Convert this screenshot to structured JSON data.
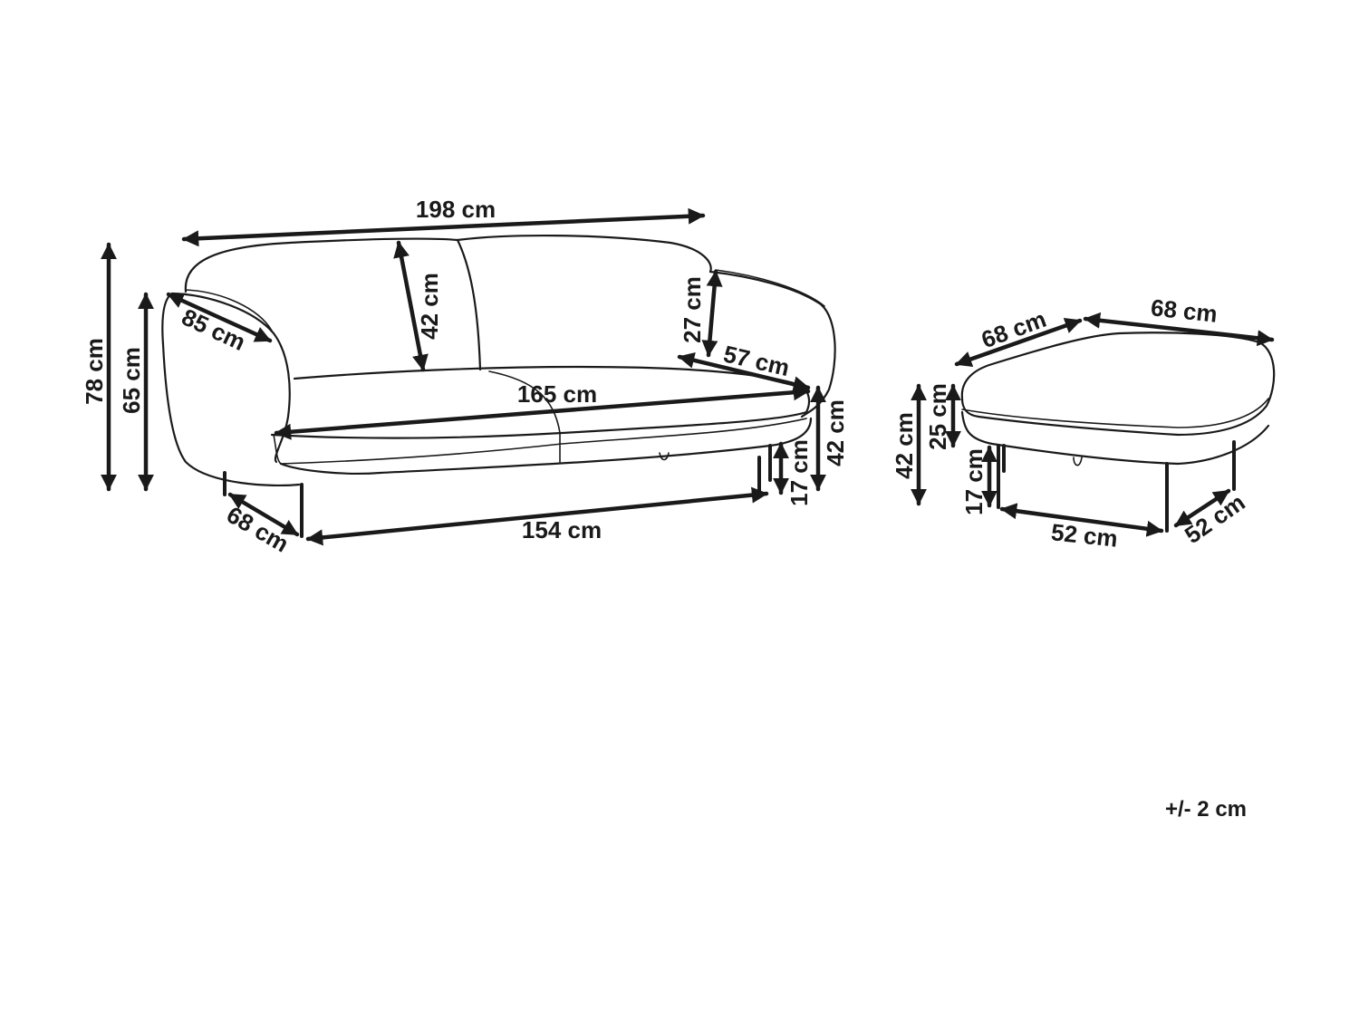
{
  "sofa": {
    "width": "198 cm",
    "total_height": "78 cm",
    "armrest_height": "65 cm",
    "armrest_depth": "85 cm",
    "backrest_height": "42 cm",
    "armrest_above_seat": "27 cm",
    "seat_depth": "57 cm",
    "seat_width": "165 cm",
    "seat_height": "42 cm",
    "leg_height": "17 cm",
    "leg_depth": "68 cm",
    "leg_span": "154 cm"
  },
  "ottoman": {
    "depth": "68 cm",
    "width": "68 cm",
    "total_height": "42 cm",
    "cushion_height": "25 cm",
    "leg_height": "17 cm",
    "leg_span_width": "52 cm",
    "leg_span_depth": "52 cm"
  },
  "tolerance": "+/- 2 cm"
}
